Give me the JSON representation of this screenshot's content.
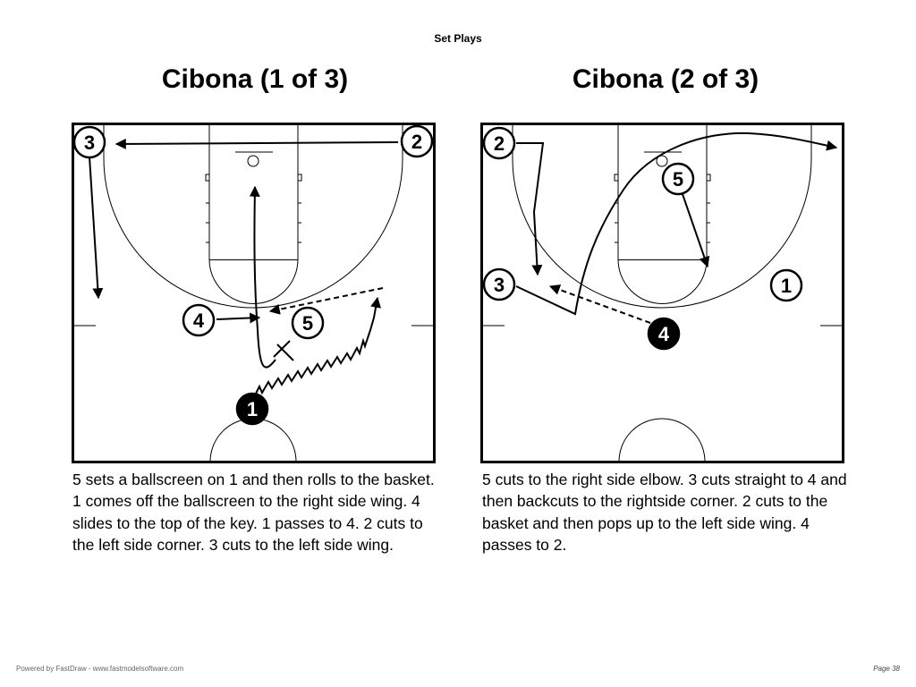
{
  "header": {
    "title": "Set Plays"
  },
  "plays": [
    {
      "title": "Cibona (1 of 3)",
      "description": "5 sets a ballscreen on 1 and then rolls to the basket. 1 comes off the ballscreen to the right side wing. 4 slides to the top of the key. 1 passes to 4. 2 cuts to the left side corner. 3 cuts to the left side wing.",
      "players": [
        {
          "number": "3",
          "has_ball": false
        },
        {
          "number": "2",
          "has_ball": false
        },
        {
          "number": "4",
          "has_ball": false
        },
        {
          "number": "5",
          "has_ball": false
        },
        {
          "number": "1",
          "has_ball": true
        }
      ]
    },
    {
      "title": "Cibona (2 of 3)",
      "description": "5 cuts to the right side elbow.  3 cuts straight to 4 and then backcuts to the rightside corner.  2 cuts to the basket and then pops up to the left side wing. 4 passes to 2.",
      "players": [
        {
          "number": "2",
          "has_ball": false
        },
        {
          "number": "5",
          "has_ball": false
        },
        {
          "number": "3",
          "has_ball": false
        },
        {
          "number": "1",
          "has_ball": false
        },
        {
          "number": "4",
          "has_ball": true
        }
      ]
    }
  ],
  "footer": {
    "powered_by": "Powered by FastDraw - www.fastmodelsoftware.com",
    "page": "Page 38"
  }
}
